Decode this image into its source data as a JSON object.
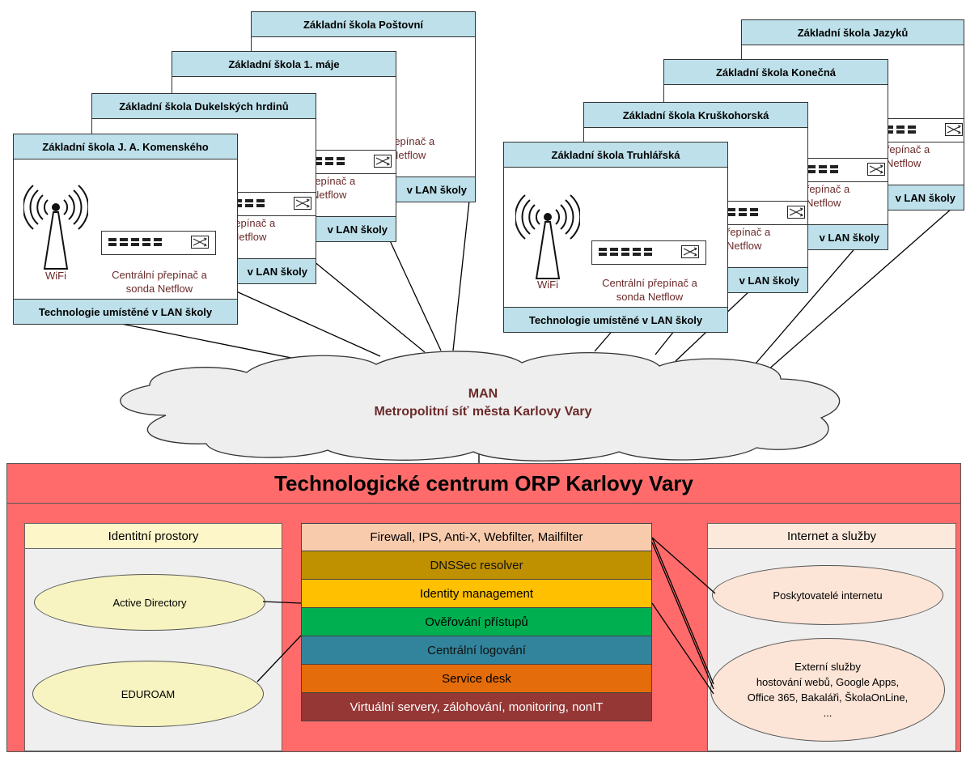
{
  "schools_left": [
    {
      "name": "Základní škola Poštovní"
    },
    {
      "name": "Základní škola 1. máje"
    },
    {
      "name": "Základní škola Dukelských hrdinů"
    },
    {
      "name": "Základní škola J. A. Komenského"
    }
  ],
  "schools_right": [
    {
      "name": "Základní škola Jazyků"
    },
    {
      "name": "Základní škola Konečná"
    },
    {
      "name": "Základní škola Kruškohorská"
    },
    {
      "name": "Základní škola Truhlářská"
    }
  ],
  "school_common": {
    "wifi_label": "WiFi",
    "switch_label_line1": "Centrální přepínač a",
    "switch_label_line2": "sonda Netflow",
    "footer": "Technologie umístěné v LAN školy",
    "back_footer": "v LAN školy",
    "back_cap_line1": "řepínač a",
    "back_cap_line2": "Netflow"
  },
  "man": {
    "line1": "MAN",
    "line2": "Metropolitní síť města Karlovy Vary"
  },
  "center": {
    "title": "Technologické centrum ORP Karlovy Vary",
    "identity_panel": {
      "title": "Identitní prostory",
      "items": [
        "Active Directory",
        "EDUROAM"
      ]
    },
    "internet_panel": {
      "title": "Internet a služby",
      "providers": "Poskytovatelé internetu",
      "external": {
        "line1": "Externí služby",
        "line2": "hostování webů, Google Apps,",
        "line3": "Office 365, Bakaláři, ŠkolaOnLine,",
        "line4": "..."
      }
    },
    "layers": [
      {
        "label": "Firewall, IPS, Anti-X, Webfilter, Mailfilter",
        "color": "#f8cbad"
      },
      {
        "label": "DNSSec resolver",
        "color": "#bf9000"
      },
      {
        "label": "Identity management",
        "color": "#ffc000"
      },
      {
        "label": "Ověřování přístupů",
        "color": "#00b050"
      },
      {
        "label": "Centrální logování",
        "color": "#31849b"
      },
      {
        "label": "Service desk",
        "color": "#e46c0a"
      },
      {
        "label": "Virtuální servery, zálohování, monitoring, nonIT",
        "color": "#953735"
      }
    ]
  },
  "colors": {
    "header_fill": "#bde0ea",
    "center_fill": "#ff6b6b",
    "identity_header": "#fdf6c9",
    "internet_header": "#fde9dc",
    "ellipse_left": "#f7f4c2",
    "ellipse_right": "#fce4d6",
    "cloud": "#eeeeee",
    "caption": "#6b2a2a"
  }
}
